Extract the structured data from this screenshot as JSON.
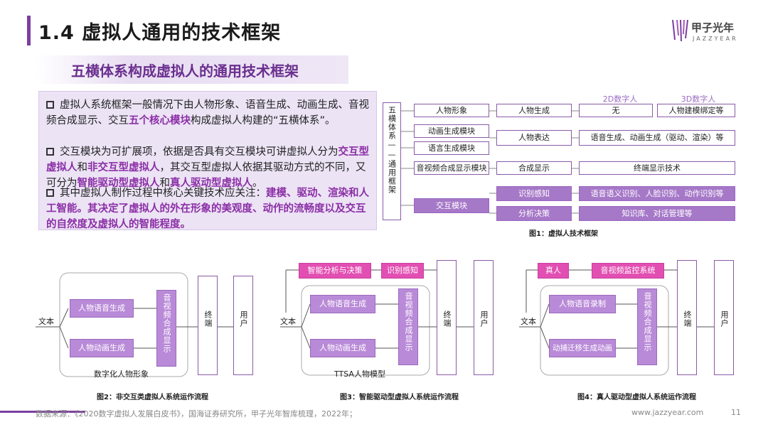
{
  "header": {
    "title": "1.4 虚拟人通用的技术框架",
    "logo_cn": "甲子光年",
    "logo_en": "JAZZYEAR"
  },
  "subtitle": "五横体系构成虚拟人的通用技术框架",
  "bullets": [
    {
      "parts": [
        "虚拟人系统框架一般情况下由人物形象、语音生成、动画生成、音视频合成显示、交互",
        "五个核心模块",
        "构成虚拟人构建的“五横体系”。"
      ]
    },
    {
      "parts": [
        "交互模块为可扩展项，依据是否具有交互模块可讲虚拟人分为",
        "交互型虚拟人",
        "和",
        "非交互型虚拟人",
        "，其交互型虚拟人依据其驱动方式的不同，又可分为",
        "智能驱动型虚拟人",
        "和",
        "真人驱动型虚拟人",
        "。"
      ]
    },
    {
      "parts": [
        "其中虚拟人制作过程中核心关键技术应关注：",
        "建模、驱动、渲染和人工智能。其决定了虚拟人的外在形象的美观度、动作的流畅度以及交互的自然度及虚拟人的智能程度。"
      ]
    }
  ],
  "fig1": {
    "vertical_label": "五横体系——通用框架",
    "col_heads": [
      "2D数字人",
      "3D数字人"
    ],
    "modules": [
      "人物形象",
      "动画生成模块",
      "语言生成模块",
      "音视频合成显示模块",
      "交互模块"
    ],
    "mid": [
      "人物生成",
      "人物表达",
      "合成显示",
      "识别感知",
      "分析决策"
    ],
    "right": [
      "无",
      "人物建模绑定等",
      "语音生成、动画生成（驱动、渲染）等",
      "终端显示技术",
      "语音语义识别、人脸识别、动作识别等",
      "知识库、对话管理等"
    ],
    "caption": "图1：虚拟人技术框架"
  },
  "fig2": {
    "text_in": "文本",
    "voice": "人物语音生成",
    "anim": "人物动画生成",
    "av": "音视频合成显示",
    "terminal": "终端",
    "user": "用户",
    "inner_label": "数字化人物形象",
    "caption": "图2：非交互类虚拟人系统运作流程"
  },
  "fig3": {
    "text_in": "文本",
    "voice": "人物语音生成",
    "anim": "人物动画生成",
    "av": "音视频合成显示",
    "terminal": "终端",
    "user": "用户",
    "inner_label": "TTSA人物模型",
    "top_left": "智能分析与决策",
    "top_right": "识别感知",
    "caption": "图3：智能驱动型虚拟人系统运作流程"
  },
  "fig4": {
    "text_in": "文本",
    "voice": "人物语音录制",
    "anim": "动捕迁移生成动画",
    "av": "音视频合成显示",
    "terminal": "终端",
    "user": "用户",
    "top_left": "真人",
    "top_right": "音视频监控系统",
    "caption": "图4：真人驱动型虚拟人系统运作流程"
  },
  "footer": {
    "source": "数据来源：《2020数字虚拟人发展白皮书》，国海证券研究所，甲子光年智库梳理，2022年；",
    "url": "www.jazzyear.com",
    "page": "11"
  },
  "colors": {
    "accent": "#7b3fa0",
    "highlight": "#8b2fa6",
    "hot": "#e24fb2",
    "purple_box": "#b98ad8"
  }
}
